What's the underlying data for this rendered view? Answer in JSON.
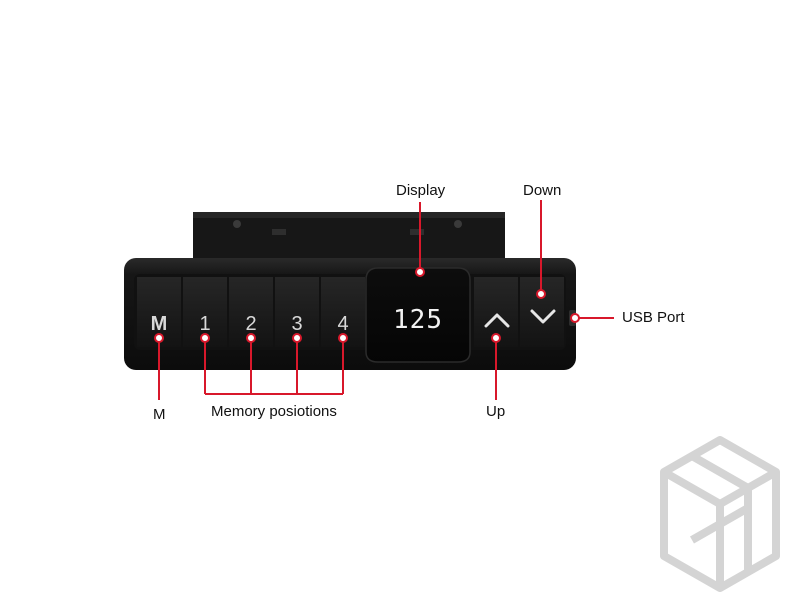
{
  "panel": {
    "buttons": {
      "m": "M",
      "mem1": "1",
      "mem2": "2",
      "mem3": "3",
      "mem4": "4"
    },
    "display_value": "125",
    "up_glyph": "up-chevron-icon",
    "down_glyph": "down-chevron-icon"
  },
  "labels": {
    "display": "Display",
    "down": "Down",
    "usb_port": "USB Port",
    "m": "M",
    "memory": "Memory posiotions",
    "up": "Up"
  },
  "colors": {
    "callout": "#d8182b",
    "panel_body": "#151515",
    "button_face": "#1c1c1c",
    "display_text": "#f2f2f2",
    "logo": "#d4d4d4"
  }
}
